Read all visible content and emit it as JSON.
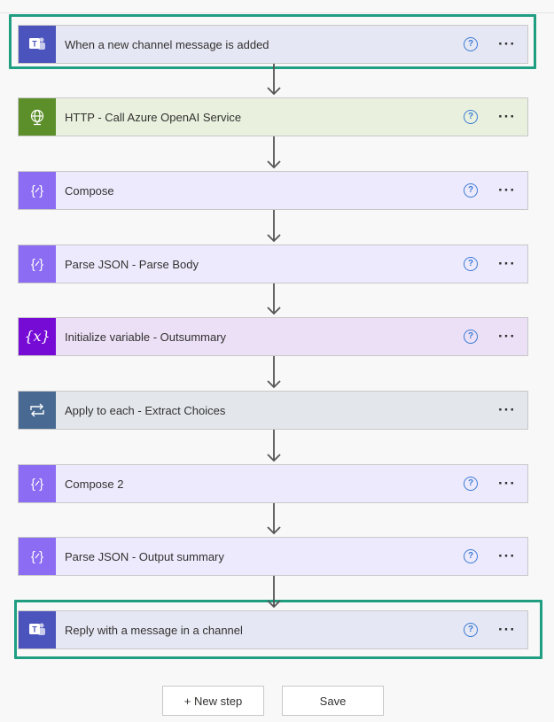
{
  "steps": [
    {
      "title": "When a new channel message is added",
      "icon": "teams-icon",
      "help": "?",
      "more": "···"
    },
    {
      "title": "HTTP - Call Azure OpenAI Service",
      "icon": "globe-icon",
      "help": "?",
      "more": "···"
    },
    {
      "title": "Compose",
      "icon": "compose-icon",
      "help": "?",
      "more": "···"
    },
    {
      "title": "Parse JSON - Parse Body",
      "icon": "compose-icon",
      "help": "?",
      "more": "···"
    },
    {
      "title": "Initialize variable - Outsummary",
      "icon": "variable-icon",
      "help": "?",
      "more": "···"
    },
    {
      "title": "Apply to each - Extract Choices",
      "icon": "loop-icon",
      "more": "···"
    },
    {
      "title": "Compose 2",
      "icon": "compose-icon",
      "help": "?",
      "more": "···"
    },
    {
      "title": "Parse JSON - Output summary",
      "icon": "compose-icon",
      "help": "?",
      "more": "···"
    },
    {
      "title": "Reply with a message in a channel",
      "icon": "teams-icon",
      "help": "?",
      "more": "···"
    }
  ],
  "buttons": {
    "new_step": "+ New step",
    "save": "Save"
  },
  "colors": {
    "teams": "#4b53bc",
    "http": "#5c8f2a",
    "data_op": "#8c6cf2",
    "variable": "#770bd6",
    "control": "#486991",
    "highlight": "#1f9e82"
  }
}
